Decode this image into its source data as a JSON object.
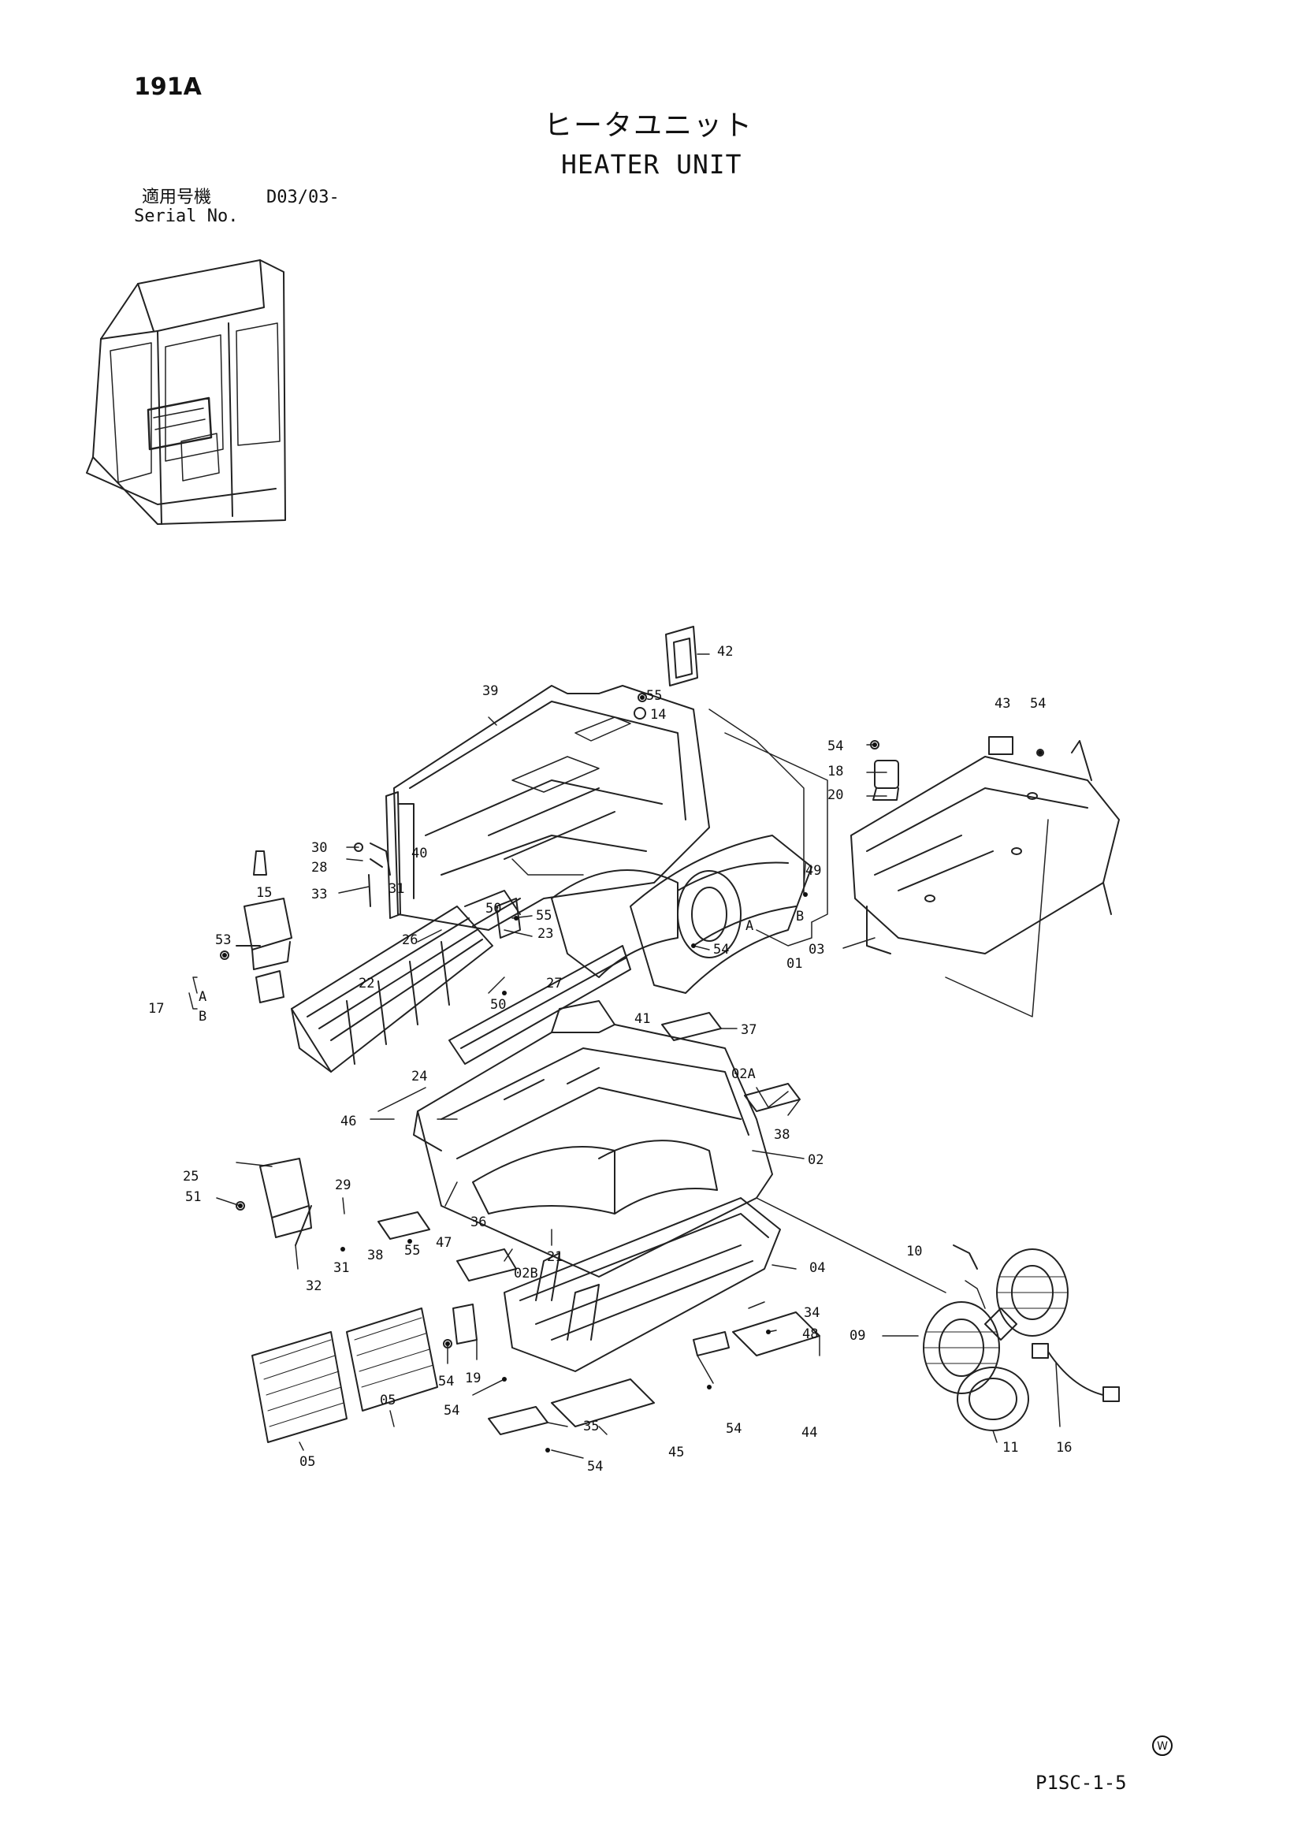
{
  "header": {
    "page_code": "191A",
    "title_jp": "ヒータユニット",
    "title_en": "HEATER UNIT",
    "serial_label_jp": "適用号機",
    "serial_value": "D03/03-",
    "serial_label_en": "Serial No."
  },
  "footer": {
    "code": "P1SC-1-5",
    "mark": "W"
  },
  "callouts": [
    {
      "id": "l42",
      "text": "42"
    },
    {
      "id": "l39",
      "text": "39"
    },
    {
      "id": "l55a",
      "text": "55"
    },
    {
      "id": "l14",
      "text": "14"
    },
    {
      "id": "l43",
      "text": "43"
    },
    {
      "id": "l54a",
      "text": "54"
    },
    {
      "id": "l54b",
      "text": "54"
    },
    {
      "id": "l18",
      "text": "18"
    },
    {
      "id": "l20",
      "text": "20"
    },
    {
      "id": "l30",
      "text": "30"
    },
    {
      "id": "l28",
      "text": "28"
    },
    {
      "id": "l40",
      "text": "40"
    },
    {
      "id": "l31a",
      "text": "31"
    },
    {
      "id": "l15",
      "text": "15"
    },
    {
      "id": "l33",
      "text": "33"
    },
    {
      "id": "l50a",
      "text": "50"
    },
    {
      "id": "l55b",
      "text": "55"
    },
    {
      "id": "l23",
      "text": "23"
    },
    {
      "id": "l26",
      "text": "26"
    },
    {
      "id": "l49",
      "text": "49"
    },
    {
      "id": "lA1",
      "text": "A"
    },
    {
      "id": "lB1",
      "text": "B"
    },
    {
      "id": "l03",
      "text": "03"
    },
    {
      "id": "l53",
      "text": "53"
    },
    {
      "id": "l54c",
      "text": "54"
    },
    {
      "id": "l01",
      "text": "01"
    },
    {
      "id": "l22",
      "text": "22"
    },
    {
      "id": "l27",
      "text": "27"
    },
    {
      "id": "l17",
      "text": "17"
    },
    {
      "id": "lA2",
      "text": "A"
    },
    {
      "id": "lB2",
      "text": "B"
    },
    {
      "id": "l50b",
      "text": "50"
    },
    {
      "id": "l41",
      "text": "41"
    },
    {
      "id": "l37",
      "text": "37"
    },
    {
      "id": "l24",
      "text": "24"
    },
    {
      "id": "l02A",
      "text": "02A"
    },
    {
      "id": "l46",
      "text": "46"
    },
    {
      "id": "l38a",
      "text": "38"
    },
    {
      "id": "l02",
      "text": "02"
    },
    {
      "id": "l25",
      "text": "25"
    },
    {
      "id": "l29",
      "text": "29"
    },
    {
      "id": "l51",
      "text": "51"
    },
    {
      "id": "l38b",
      "text": "38"
    },
    {
      "id": "l55c",
      "text": "55"
    },
    {
      "id": "l47",
      "text": "47"
    },
    {
      "id": "l36",
      "text": "36"
    },
    {
      "id": "l31b",
      "text": "31"
    },
    {
      "id": "l32",
      "text": "32"
    },
    {
      "id": "l21",
      "text": "21"
    },
    {
      "id": "l02B",
      "text": "02B"
    },
    {
      "id": "l10",
      "text": "10"
    },
    {
      "id": "l04",
      "text": "04"
    },
    {
      "id": "l34",
      "text": "34"
    },
    {
      "id": "l48",
      "text": "48"
    },
    {
      "id": "l09",
      "text": "09"
    },
    {
      "id": "l54d",
      "text": "54"
    },
    {
      "id": "l19",
      "text": "19"
    },
    {
      "id": "l54e",
      "text": "54"
    },
    {
      "id": "l35",
      "text": "35"
    },
    {
      "id": "l54f",
      "text": "54"
    },
    {
      "id": "l05a",
      "text": "05"
    },
    {
      "id": "l05b",
      "text": "05"
    },
    {
      "id": "l45",
      "text": "45"
    },
    {
      "id": "l44",
      "text": "44"
    },
    {
      "id": "l11",
      "text": "11"
    },
    {
      "id": "l16",
      "text": "16"
    },
    {
      "id": "l54g",
      "text": "54"
    }
  ]
}
